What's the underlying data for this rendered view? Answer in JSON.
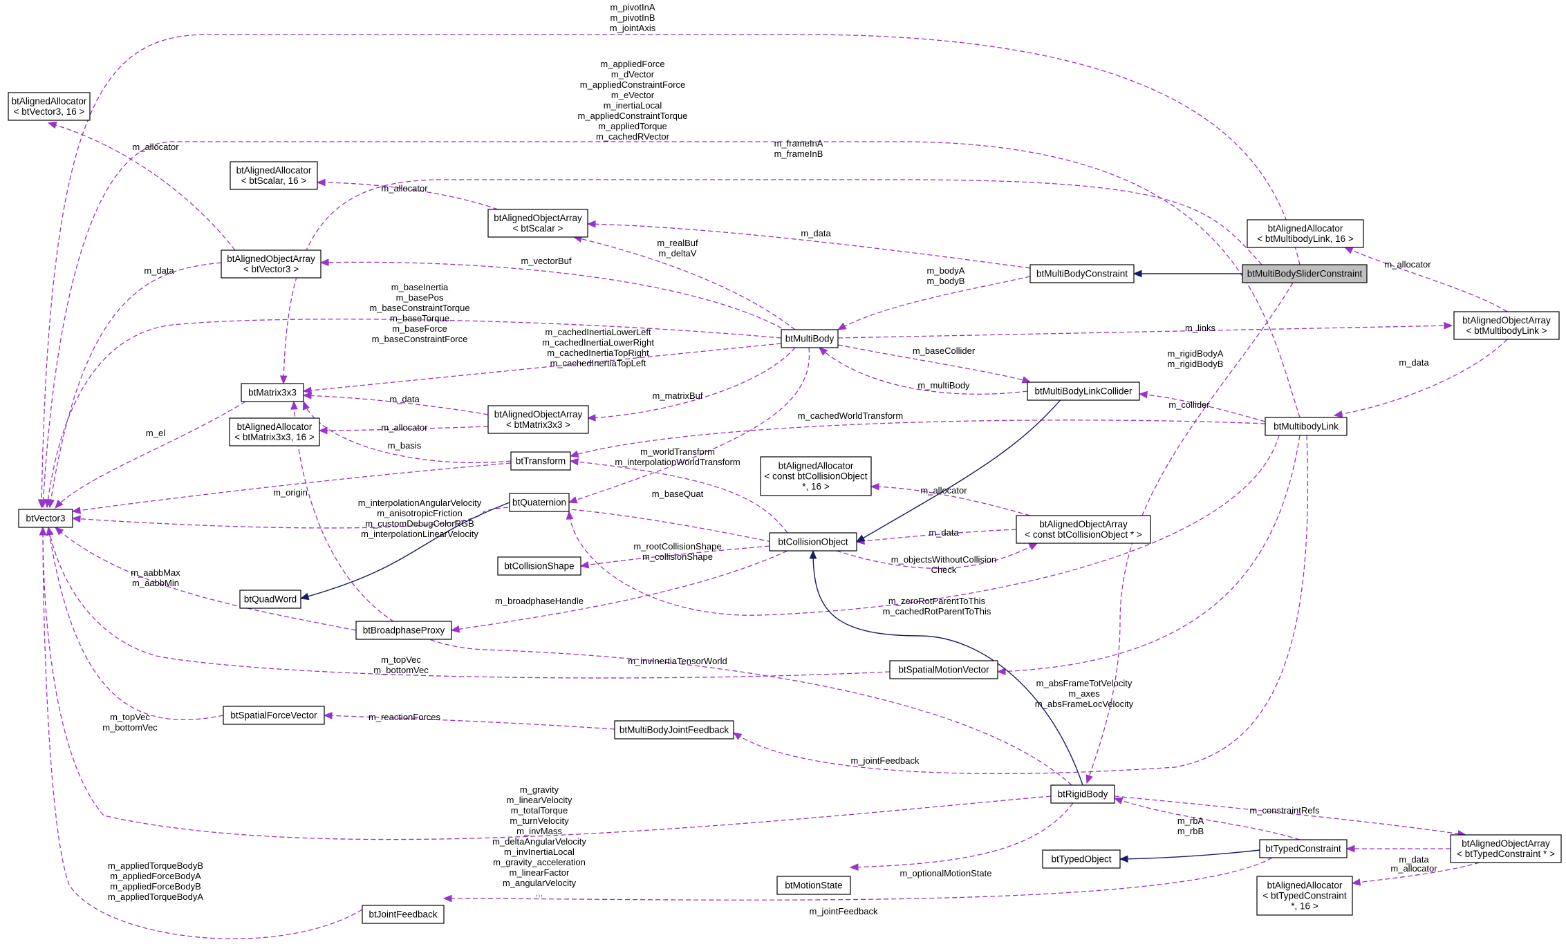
{
  "nodes": {
    "btVector3": [
      "btVector3"
    ],
    "allocVec3": [
      "btAlignedAllocator",
      "< btVector3, 16 >"
    ],
    "allocScalar": [
      "btAlignedAllocator",
      "< btScalar, 16 >"
    ],
    "arrVec3": [
      "btAlignedObjectArray",
      "< btVector3 >"
    ],
    "arrScalar": [
      "btAlignedObjectArray",
      "< btScalar >"
    ],
    "btMatrix3x3": [
      "btMatrix3x3"
    ],
    "allocMat": [
      "btAlignedAllocator",
      "< btMatrix3x3, 16 >"
    ],
    "arrMat": [
      "btAlignedObjectArray",
      "< btMatrix3x3 >"
    ],
    "btTransform": [
      "btTransform"
    ],
    "btQuaternion": [
      "btQuaternion"
    ],
    "btQuadWord": [
      "btQuadWord"
    ],
    "btCollisionShape": [
      "btCollisionShape"
    ],
    "btBroadphaseProxy": [
      "btBroadphaseProxy"
    ],
    "btSpatialForceVector": [
      "btSpatialForceVector"
    ],
    "btJointFeedback": [
      "btJointFeedback"
    ],
    "btMultiBody": [
      "btMultiBody"
    ],
    "btMultiBodyConstraint": [
      "btMultiBodyConstraint"
    ],
    "btMultiBodySliderConstraint": [
      "btMultiBodySliderConstraint"
    ],
    "allocLink": [
      "btAlignedAllocator",
      "< btMultibodyLink, 16 >"
    ],
    "arrLink": [
      "btAlignedObjectArray",
      "< btMultibodyLink >"
    ],
    "btMultiBodyLinkCollider": [
      "btMultiBodyLinkCollider"
    ],
    "btMultibodyLink": [
      "btMultibodyLink"
    ],
    "allocColObj": [
      "btAlignedAllocator",
      "< const btCollisionObject",
      "*, 16 >"
    ],
    "btCollisionObject": [
      "btCollisionObject"
    ],
    "arrColObj": [
      "btAlignedObjectArray",
      "< const btCollisionObject * >"
    ],
    "btSpatialMotionVector": [
      "btSpatialMotionVector"
    ],
    "btMultiBodyJointFeedback": [
      "btMultiBodyJointFeedback"
    ],
    "btRigidBody": [
      "btRigidBody"
    ],
    "btTypedObject": [
      "btTypedObject"
    ],
    "btTypedConstraint": [
      "btTypedConstraint"
    ],
    "arrTC": [
      "btAlignedObjectArray",
      "< btTypedConstraint * >"
    ],
    "allocTC": [
      "btAlignedAllocator",
      "< btTypedConstraint",
      "*, 16 >"
    ],
    "btMotionState": [
      "btMotionState"
    ]
  },
  "labels": {
    "pivot": [
      "m_pivotInA",
      "m_pivotInB",
      "m_jointAxis"
    ],
    "applied": [
      "m_appliedForce",
      "m_dVector",
      "m_appliedConstraintForce",
      "m_eVector",
      "m_inertiaLocal",
      "m_appliedConstraintTorque",
      "m_appliedTorque",
      "m_cachedRVector"
    ],
    "frame": [
      "m_frameInA",
      "m_frameInB"
    ],
    "alloc_vec3": [
      "m_allocator"
    ],
    "alloc_scalar": [
      "m_allocator"
    ],
    "data_scalar": [
      "m_data"
    ],
    "realbuf": [
      "m_realBuf",
      "m_deltaV"
    ],
    "data_vec3": [
      "m_data"
    ],
    "vectorbuf": [
      "m_vectorBuf"
    ],
    "base": [
      "m_baseInertia",
      "m_basePos",
      "m_baseConstraintTorque",
      "m_baseTorque",
      "m_baseForce",
      "m_baseConstraintForce"
    ],
    "bodyab": [
      "m_bodyA",
      "m_bodyB"
    ],
    "alloc_link": [
      "m_allocator"
    ],
    "cached_inertia": [
      "m_cachedInertiaLowerLeft",
      "m_cachedInertiaLowerRight",
      "m_cachedInertiaTopRight",
      "m_cachedInertiaTopLeft"
    ],
    "links": [
      "m_links"
    ],
    "rigidab": [
      "m_rigidBodyA",
      "m_rigidBodyB"
    ],
    "data_link": [
      "m_data"
    ],
    "basecollider": [
      "m_baseCollider"
    ],
    "el": [
      "m_el"
    ],
    "multibody": [
      "m_multiBody"
    ],
    "data_mat": [
      "m_data"
    ],
    "matrixbuf": [
      "m_matrixBuf"
    ],
    "collider": [
      "m_collider"
    ],
    "cwt": [
      "m_cachedWorldTransform"
    ],
    "alloc_mat": [
      "m_allocator"
    ],
    "basis": [
      "m_basis"
    ],
    "worldtransform": [
      "m_worldTransform",
      "m_interpolationWorldTransform"
    ],
    "origin": [
      "m_origin"
    ],
    "basequat": [
      "m_baseQuat"
    ],
    "alloc_colobj": [
      "m_allocator"
    ],
    "interp": [
      "m_interpolationAngularVelocity",
      "m_anisotropicFriction",
      "m_customDebugColorRGB",
      "m_interpolationLinearVelocity"
    ],
    "data_colobj": [
      "m_data"
    ],
    "rootshape": [
      "m_rootCollisionShape",
      "m_collisionShape"
    ],
    "objwithout": [
      "m_objectsWithoutCollision",
      "Check"
    ],
    "aabb": [
      "m_aabbMax",
      "m_aabbMin"
    ],
    "zerorot": [
      "m_zeroRotParentToThis",
      "m_cachedRotParentToThis"
    ],
    "broadphase": [
      "m_broadphaseHandle"
    ],
    "topbottom1": [
      "m_topVec",
      "m_bottomVec"
    ],
    "invinertia": [
      "m_invInertiaTensorWorld"
    ],
    "absframe": [
      "m_absFrameTotVelocity",
      "m_axes",
      "m_absFrameLocVelocity"
    ],
    "topbottom2": [
      "m_topVec",
      "m_bottomVec"
    ],
    "reaction": [
      "m_reactionForces"
    ],
    "rigidfields": [
      "m_gravity",
      "m_linearVelocity",
      "m_totalTorque",
      "m_turnVelocity",
      "m_invMass",
      "m_deltaAngularVelocity",
      "m_invInertiaLocal",
      "m_gravity_acceleration",
      "m_linearFactor",
      "m_angularVelocity",
      "..."
    ],
    "jointfb1": [
      "m_jointFeedback"
    ],
    "constraintrefs": [
      "m_constraintRefs"
    ],
    "rbab": [
      "m_rbA",
      "m_rbB"
    ],
    "data_tc": [
      "m_data"
    ],
    "alloc_tc": [
      "m_allocator"
    ],
    "appliedbody": [
      "m_appliedTorqueBodyB",
      "m_appliedForceBodyA",
      "m_appliedForceBodyB",
      "m_appliedTorqueBodyA"
    ],
    "optmotion": [
      "m_optionalMotionState"
    ],
    "jointfb2": [
      "m_jointFeedback"
    ]
  }
}
